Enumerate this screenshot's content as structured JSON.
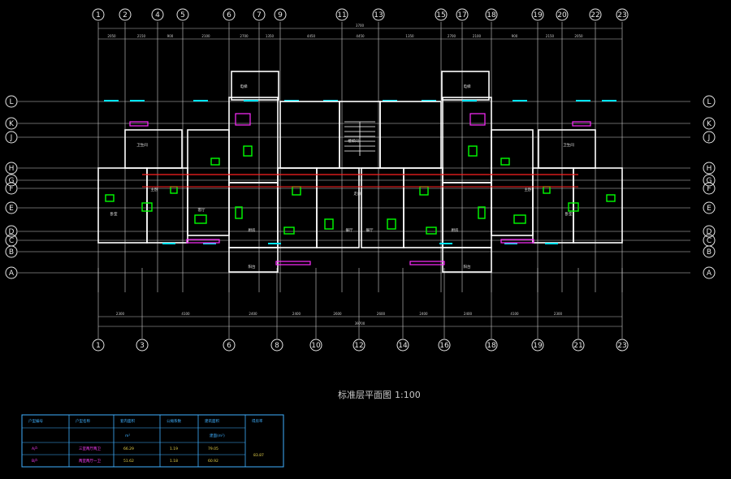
{
  "drawing": {
    "title": "标准层平面图",
    "scale": "1:100",
    "top_axes": [
      "1",
      "2",
      "4",
      "5",
      "6",
      "7",
      "9",
      "11",
      "13",
      "15",
      "17",
      "18",
      "19",
      "20",
      "22",
      "23"
    ],
    "bottom_axes": [
      "1",
      "3",
      "6",
      "8",
      "10",
      "12",
      "14",
      "16",
      "18",
      "19",
      "21",
      "23"
    ],
    "left_axes": [
      "L",
      "K",
      "J",
      "H",
      "G",
      "F",
      "E",
      "D",
      "C",
      "B",
      "A"
    ],
    "right_axes": [
      "L",
      "K",
      "J",
      "H",
      "G",
      "F",
      "E",
      "D",
      "C",
      "B",
      "A"
    ],
    "overall_dim_top": "3700",
    "overall_dim_bottom": "39700",
    "top_dims": [
      "2050",
      "2150",
      "900",
      "2100",
      "2700",
      "1350",
      "4450",
      "4450",
      "1350",
      "2700",
      "2100",
      "900",
      "2150",
      "2050"
    ],
    "bottom_dims": [
      "2300",
      "4100",
      "2400",
      "2400",
      "2600",
      "2600",
      "2400",
      "2400",
      "4100",
      "2300"
    ],
    "room_labels": [
      "卧室",
      "卧室",
      "客厅",
      "主卧",
      "主卧",
      "厨房",
      "厨房",
      "餐厅",
      "餐厅",
      "卫生间",
      "卫生间",
      "阳台",
      "阳台",
      "走廊",
      "楼梯间",
      "电梯",
      "电梯"
    ]
  },
  "area_table": {
    "headers": [
      "户型编号",
      "户型名称",
      "套内面积",
      "公摊系数",
      "建筑面积",
      "得房率"
    ],
    "units_row": [
      "",
      "",
      "m²",
      "",
      "建面(m²)",
      ""
    ],
    "rows": [
      {
        "code": "A户",
        "name": "三室两厅两卫",
        "inner": "66.29",
        "ratio": "1.19",
        "gross": "79.05"
      },
      {
        "code": "B户",
        "name": "两室两厅一卫",
        "inner": "51.62",
        "ratio": "1.18",
        "gross": "60.92"
      }
    ],
    "efficiency": "83.87"
  },
  "colors": {
    "wall": "#ffffff",
    "window": "#00e5ff",
    "furniture": "#00ff00",
    "fixture": "#ff2bff",
    "red_line": "#ff2020",
    "grid": "#cfcfcf",
    "table_border": "#3fb0ff"
  }
}
